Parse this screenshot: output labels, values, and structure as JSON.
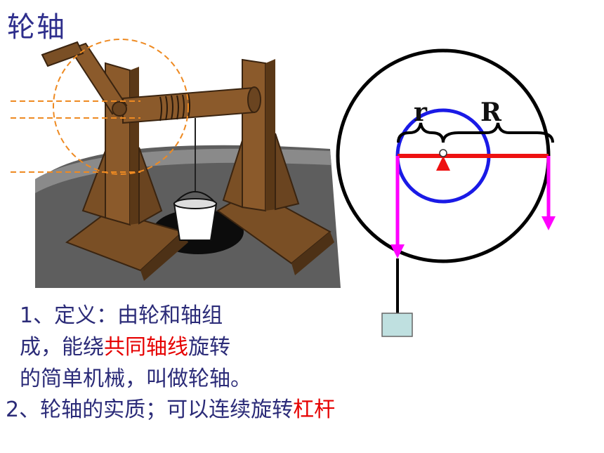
{
  "title": "轮轴",
  "illustration": {
    "icon": "windlass-well-icon"
  },
  "diagram": {
    "small_radius_label": "r",
    "large_radius_label": "R",
    "colors": {
      "outer_wheel": "#000000",
      "axle": "#1a1ae6",
      "lever": "#ee1111",
      "force_arrow": "#ff00ff",
      "weight": "#bfe0e0"
    }
  },
  "text": {
    "line1": "1、定义：由轮和轴组",
    "line2_a": "成，能绕",
    "line2_b": "共同轴线",
    "line2_c": "旋转",
    "line3": "的简单机械，叫做轮轴。",
    "line4_a": "2、轮轴的实质；可以连续旋转",
    "line4_b": "杠杆"
  }
}
